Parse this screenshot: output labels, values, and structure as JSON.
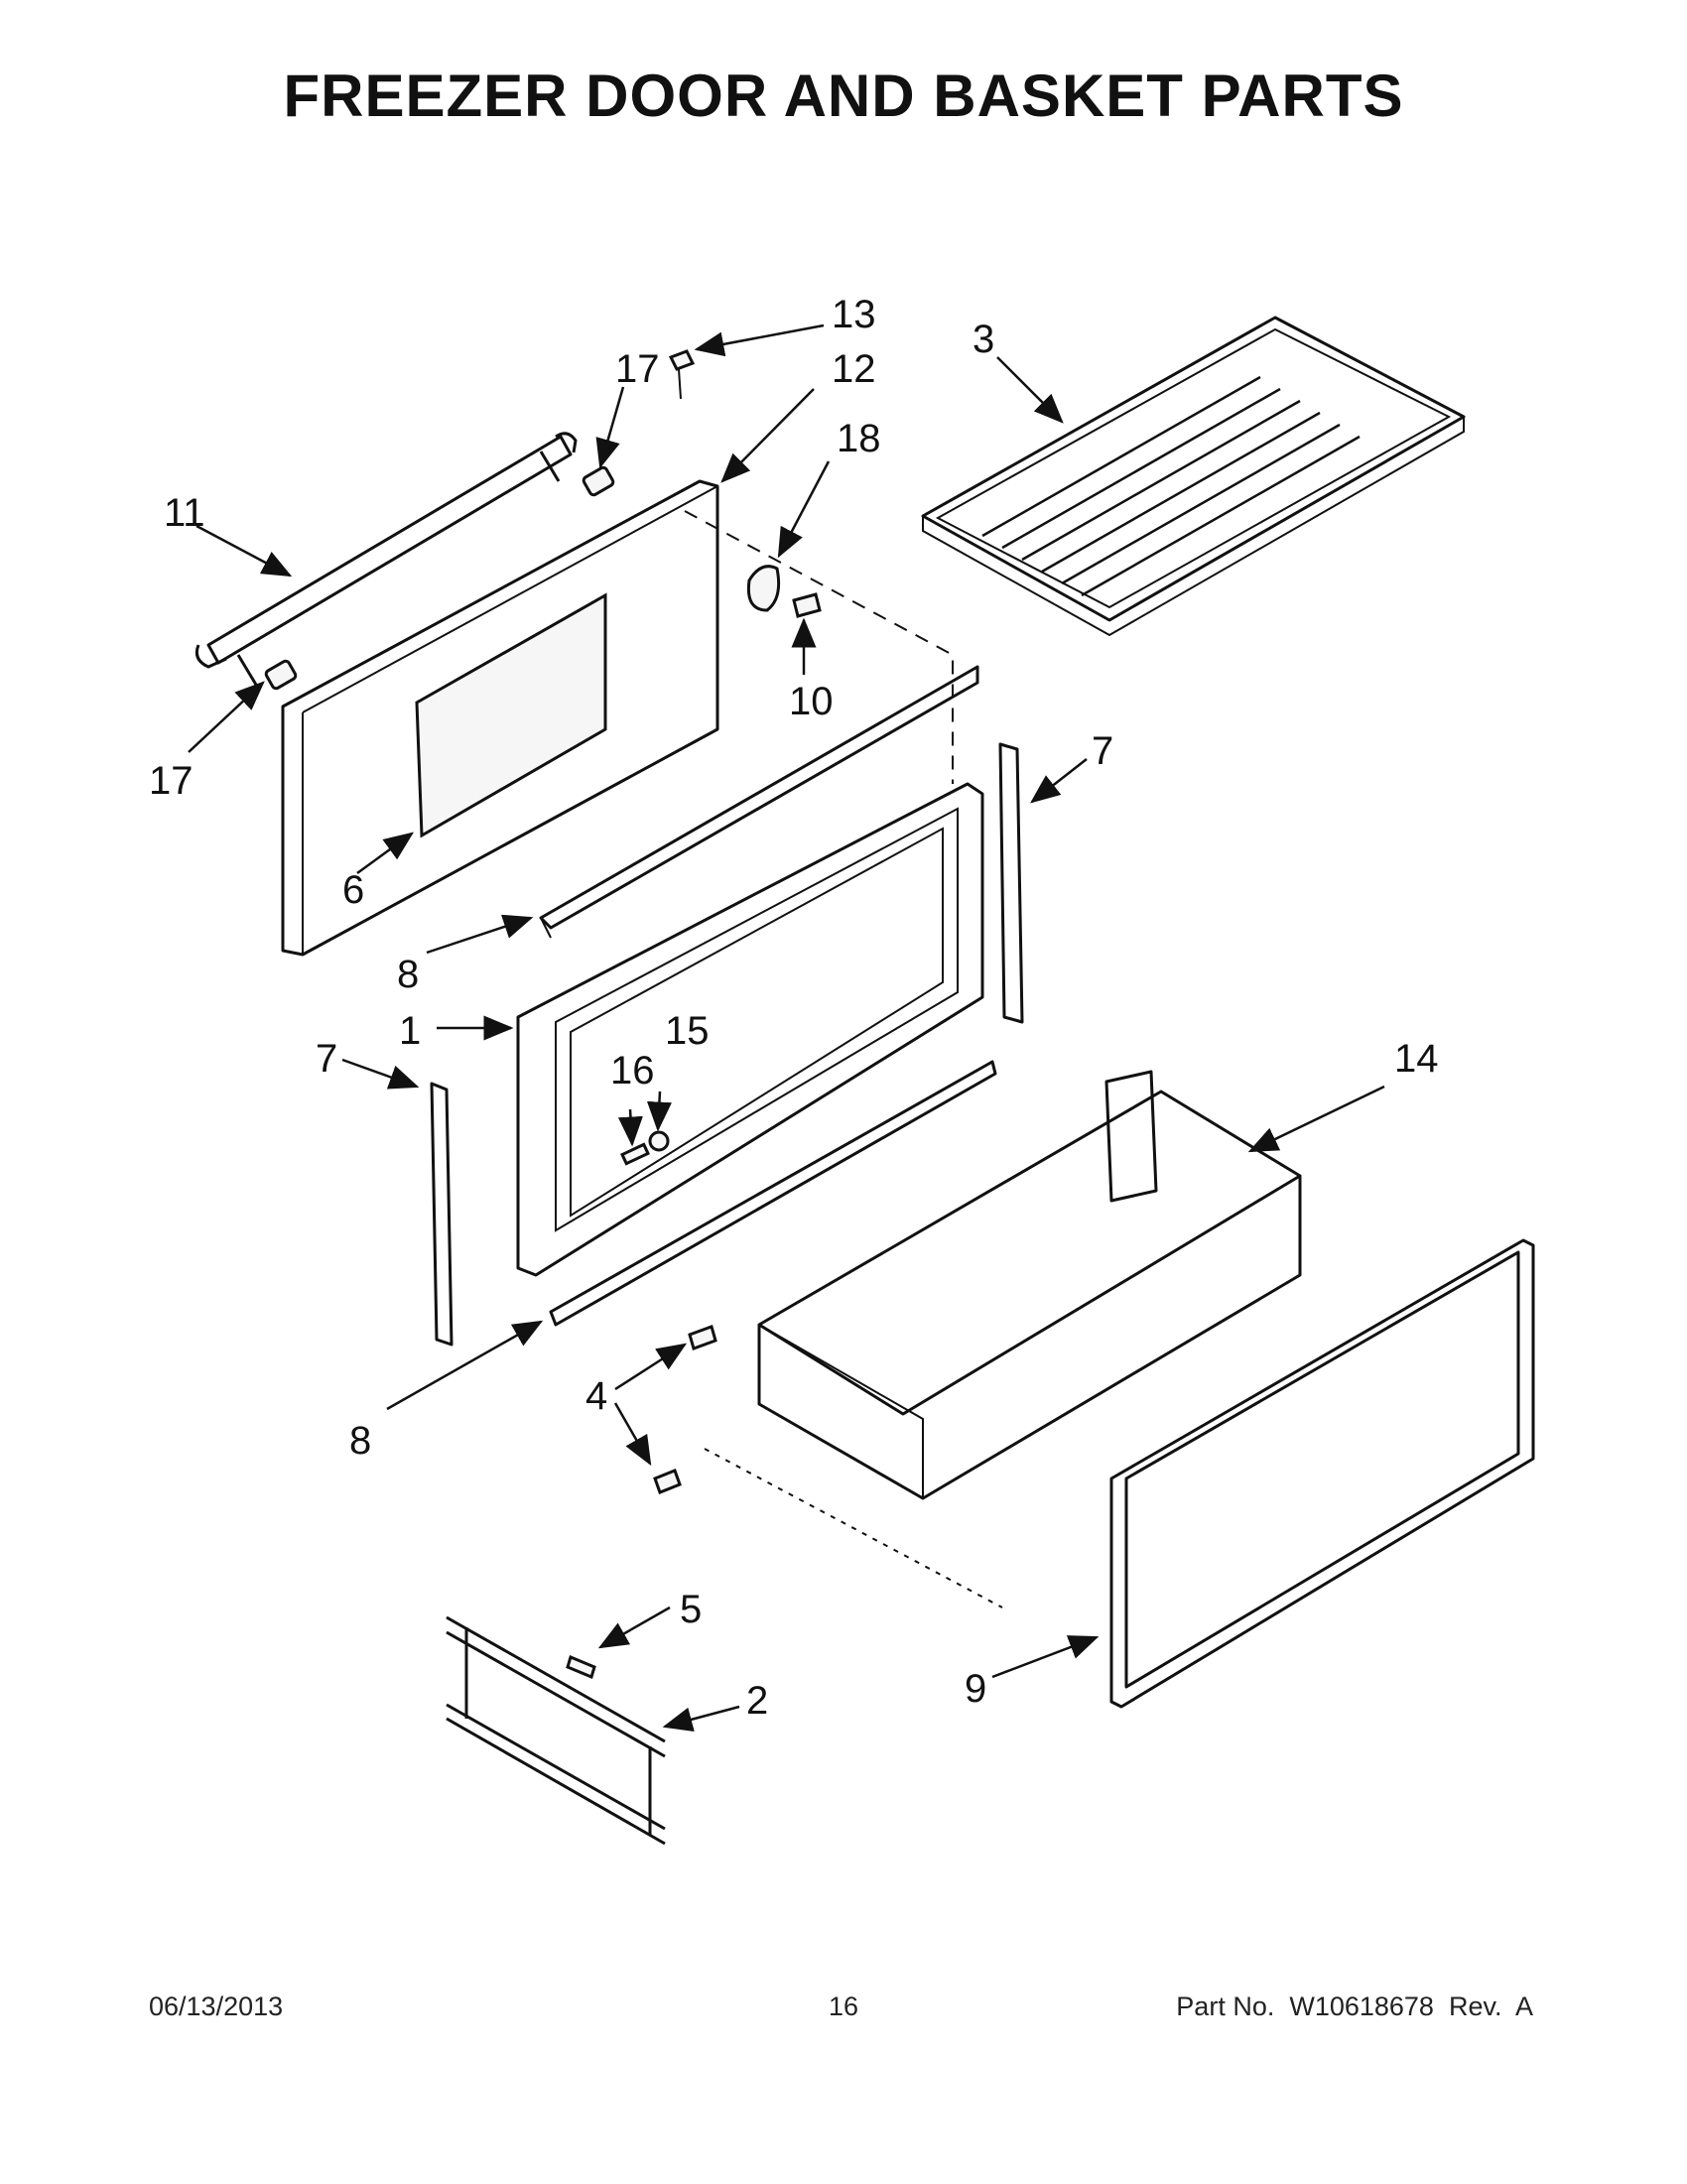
{
  "title": "FREEZER DOOR AND BASKET PARTS",
  "callouts": [
    "13",
    "12",
    "17",
    "18",
    "3",
    "11",
    "10",
    "17",
    "7",
    "6",
    "8",
    "1",
    "15",
    "16",
    "7",
    "14",
    "4",
    "8",
    "5",
    "2",
    "9"
  ],
  "footer": {
    "date": "06/13/2013",
    "page": "16",
    "part_number": "Part No.  W10618678  Rev.  A"
  }
}
